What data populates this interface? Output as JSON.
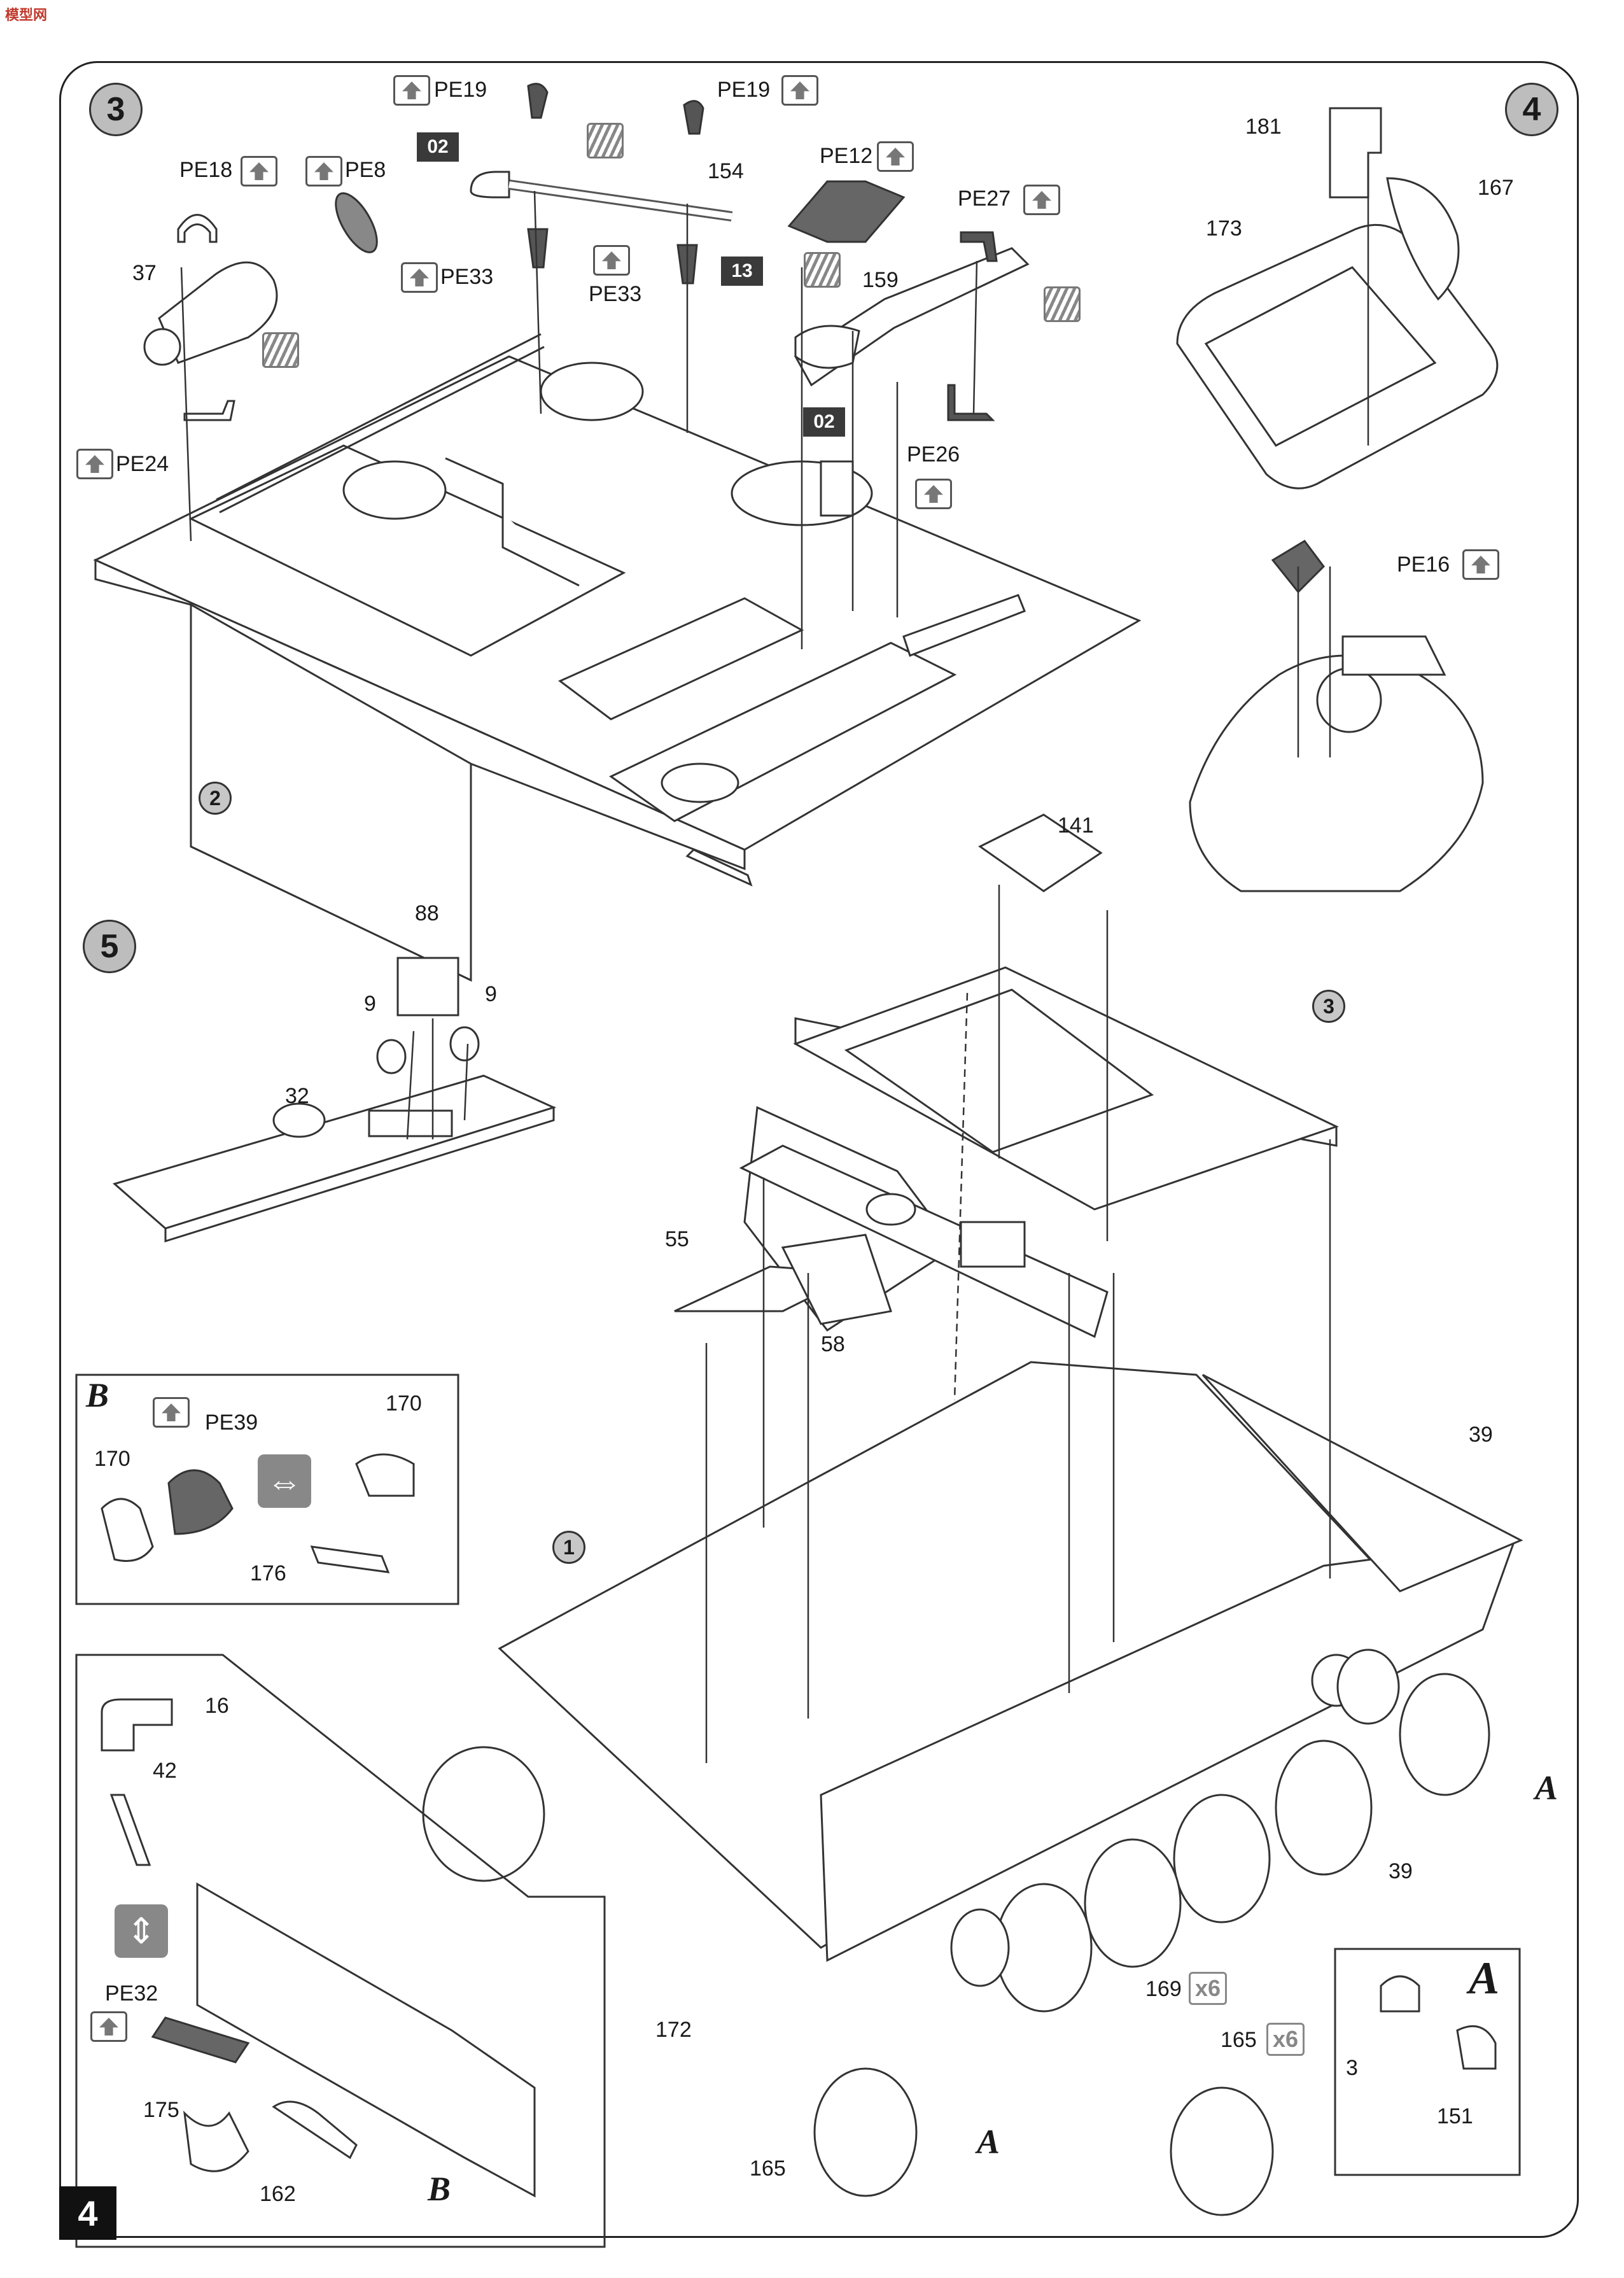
{
  "page": {
    "number": "4",
    "watermark": "模型网"
  },
  "steps": [
    "3",
    "4",
    "5"
  ],
  "inset_labels": [
    "B",
    "A"
  ],
  "step3": {
    "parts": [
      "PE18",
      "PE8",
      "PE19",
      "PE19",
      "PE12",
      "PE27",
      "PE33",
      "PE33",
      "PE24",
      "PE26",
      "37",
      "154",
      "159",
      "2"
    ],
    "color_codes": [
      "02",
      "13",
      "02"
    ]
  },
  "step4": {
    "parts": [
      "181",
      "167",
      "173",
      "PE16"
    ]
  },
  "step5": {
    "parts": [
      "88",
      "9",
      "9",
      "32"
    ]
  },
  "inset_b": {
    "parts": [
      "PE39",
      "170",
      "170",
      "176"
    ]
  },
  "main": {
    "parts": [
      "141",
      "3",
      "55",
      "58",
      "1",
      "39",
      "39",
      "172",
      "165",
      "165",
      "169",
      "A",
      "A"
    ],
    "multipliers": [
      "x6",
      "x6"
    ]
  },
  "inset_a": {
    "parts": [
      "3",
      "151"
    ]
  },
  "detail": {
    "parts": [
      "16",
      "42",
      "PE32",
      "175",
      "162",
      "B"
    ]
  }
}
